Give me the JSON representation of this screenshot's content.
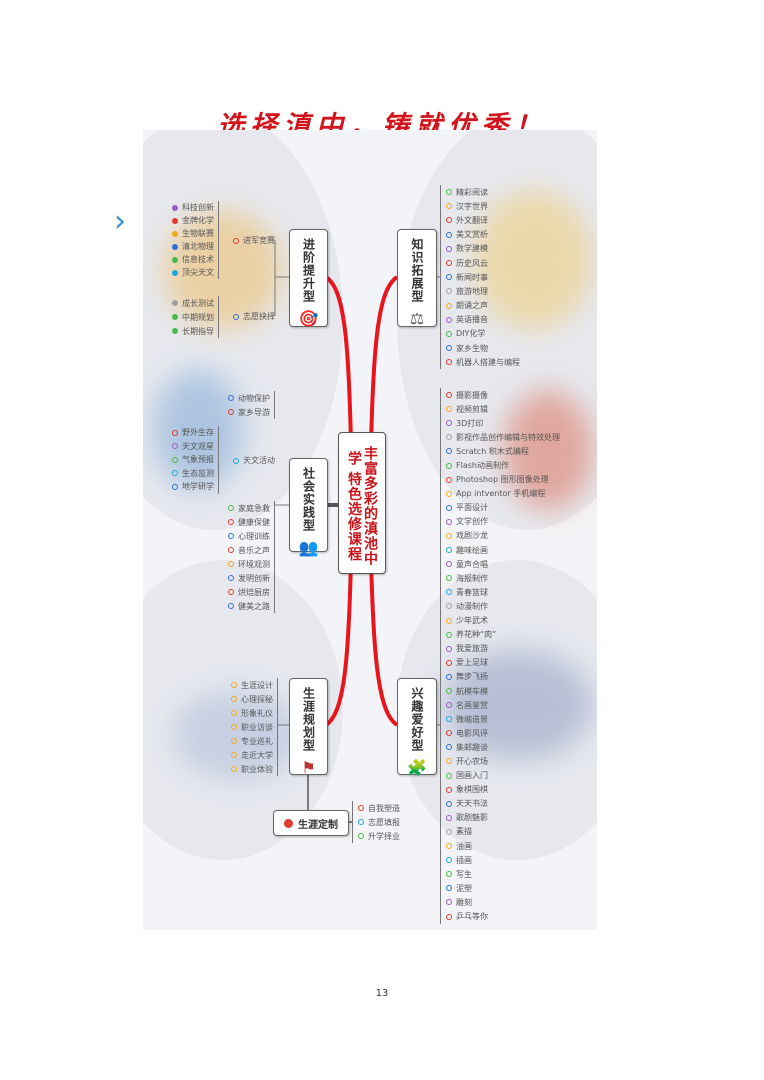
{
  "title": "选择滇中，铸就优秀！",
  "nav": {
    "next_icon": "chevron-right-icon",
    "next_glyph": "›"
  },
  "center": "丰富多彩的滇池中学 特色选修课程",
  "center_lines": [
    "特色选修课程",
    "丰富多彩的滇池中学"
  ],
  "colors": {
    "red": "#e23a2e",
    "purple": "#9b59c6",
    "orange": "#f2a81d",
    "blue": "#2d6fd6",
    "green": "#46b94a",
    "cyan": "#1da7d8",
    "gray": "#a0a0a0",
    "accent": "#e8151d"
  },
  "branches": {
    "jinjie": {
      "label": "进阶提升型",
      "icon": "target-icon",
      "glyph": "🎯",
      "subs": [
        {
          "label": "进军竞赛",
          "color": "red",
          "items": [
            [
              "科技创新",
              "purple"
            ],
            [
              "金牌化学",
              "red"
            ],
            [
              "生物联赛",
              "orange"
            ],
            [
              "清北物理",
              "blue"
            ],
            [
              "信息技术",
              "green"
            ],
            [
              "顶尖天文",
              "cyan"
            ]
          ]
        },
        {
          "label": "志愿抉择",
          "color": "blue",
          "items": [
            [
              "成长测试",
              "gray"
            ],
            [
              "中期规划",
              "green"
            ],
            [
              "长期指导",
              "green"
            ]
          ]
        }
      ]
    },
    "zhishi": {
      "label": "知识拓展型",
      "icon": "newtons-cradle-icon",
      "glyph": "⚖",
      "items": [
        [
          "精彩阅读",
          "green"
        ],
        [
          "汉字世界",
          "orange"
        ],
        [
          "外文翻译",
          "red"
        ],
        [
          "美文赏析",
          "blue"
        ],
        [
          "数学建模",
          "purple"
        ],
        [
          "历史风云",
          "red"
        ],
        [
          "新闻时事",
          "blue"
        ],
        [
          "旅游地理",
          "gray"
        ],
        [
          "朗诵之声",
          "orange"
        ],
        [
          "英语播音",
          "purple"
        ],
        [
          "DIY化学",
          "green"
        ],
        [
          "家乡生物",
          "blue"
        ],
        [
          "机器人搭建与编程",
          "red"
        ]
      ]
    },
    "shehui": {
      "label": "社会实践型",
      "icon": "people-icon",
      "glyph": "👥",
      "top": [
        [
          "动物保护",
          "blue"
        ],
        [
          "家乡导游",
          "red"
        ]
      ],
      "tianwen": {
        "label": "天文活动",
        "color": "cyan",
        "items": [
          [
            "野外生存",
            "red"
          ],
          [
            "天文观星",
            "purple"
          ],
          [
            "气象预报",
            "green"
          ],
          [
            "生态监测",
            "cyan"
          ],
          [
            "地学研学",
            "blue"
          ]
        ]
      },
      "bottom": [
        [
          "家庭急救",
          "green"
        ],
        [
          "健康保健",
          "red"
        ],
        [
          "心理训练",
          "blue"
        ],
        [
          "音乐之声",
          "red"
        ],
        [
          "环境观测",
          "orange"
        ],
        [
          "发明创新",
          "blue"
        ],
        [
          "烘焙厨房",
          "red"
        ],
        [
          "健美之路",
          "blue"
        ]
      ]
    },
    "shengya": {
      "label": "生涯规划型",
      "icon": "flag-icon",
      "glyph": "⚑",
      "items": [
        [
          "生涯设计",
          "orange"
        ],
        [
          "心理探秘",
          "orange"
        ],
        [
          "形象礼仪",
          "orange"
        ],
        [
          "职业访谈",
          "orange"
        ],
        [
          "专业巡礼",
          "orange"
        ],
        [
          "走近大学",
          "orange"
        ],
        [
          "职业体验",
          "orange"
        ]
      ]
    },
    "dingzhi": {
      "label": "生涯定制",
      "icon": "flag-circle-icon",
      "items": [
        [
          "自我塑造",
          "red"
        ],
        [
          "志愿填报",
          "cyan"
        ],
        [
          "升学择业",
          "green"
        ]
      ]
    },
    "xingqu": {
      "label": "兴趣爱好型",
      "icon": "puzzle-icon",
      "glyph": "🧩",
      "items": [
        [
          "摄影摄像",
          "red"
        ],
        [
          "视频剪辑",
          "orange"
        ],
        [
          "3D打印",
          "purple"
        ],
        [
          "影视作品创作编辑与特效处理",
          "gray"
        ],
        [
          "Scratch 积木式编程",
          "blue"
        ],
        [
          "Flash动画制作",
          "green"
        ],
        [
          "Photoshop 图形图像处理",
          "red"
        ],
        [
          "App intventor 手机编程",
          "orange"
        ],
        [
          "平面设计",
          "blue"
        ],
        [
          "文学创作",
          "purple"
        ],
        [
          "戏剧沙龙",
          "orange"
        ],
        [
          "趣味绘画",
          "cyan"
        ],
        [
          "童声合唱",
          "purple"
        ],
        [
          "海报制作",
          "green"
        ],
        [
          "青春篮球",
          "cyan"
        ],
        [
          "动漫制作",
          "gray"
        ],
        [
          "少年武术",
          "orange"
        ],
        [
          "养花种“肉”",
          "green"
        ],
        [
          "我爱旅游",
          "purple"
        ],
        [
          "爱上足球",
          "red"
        ],
        [
          "舞步飞扬",
          "blue"
        ],
        [
          "航模车模",
          "green"
        ],
        [
          "名画鉴赏",
          "purple"
        ],
        [
          "微缩造景",
          "cyan"
        ],
        [
          "电影风评",
          "red"
        ],
        [
          "集邮趣谈",
          "blue"
        ],
        [
          "开心农场",
          "orange"
        ],
        [
          "国画入门",
          "green"
        ],
        [
          "象棋围棋",
          "red"
        ],
        [
          "天天书法",
          "blue"
        ],
        [
          "歌剧魅影",
          "purple"
        ],
        [
          "素描",
          "gray"
        ],
        [
          "油画",
          "orange"
        ],
        [
          "插画",
          "cyan"
        ],
        [
          "写生",
          "green"
        ],
        [
          "泥塑",
          "blue"
        ],
        [
          "雕刻",
          "purple"
        ],
        [
          "乒乓等你",
          "red"
        ]
      ]
    }
  },
  "page_number": "13"
}
